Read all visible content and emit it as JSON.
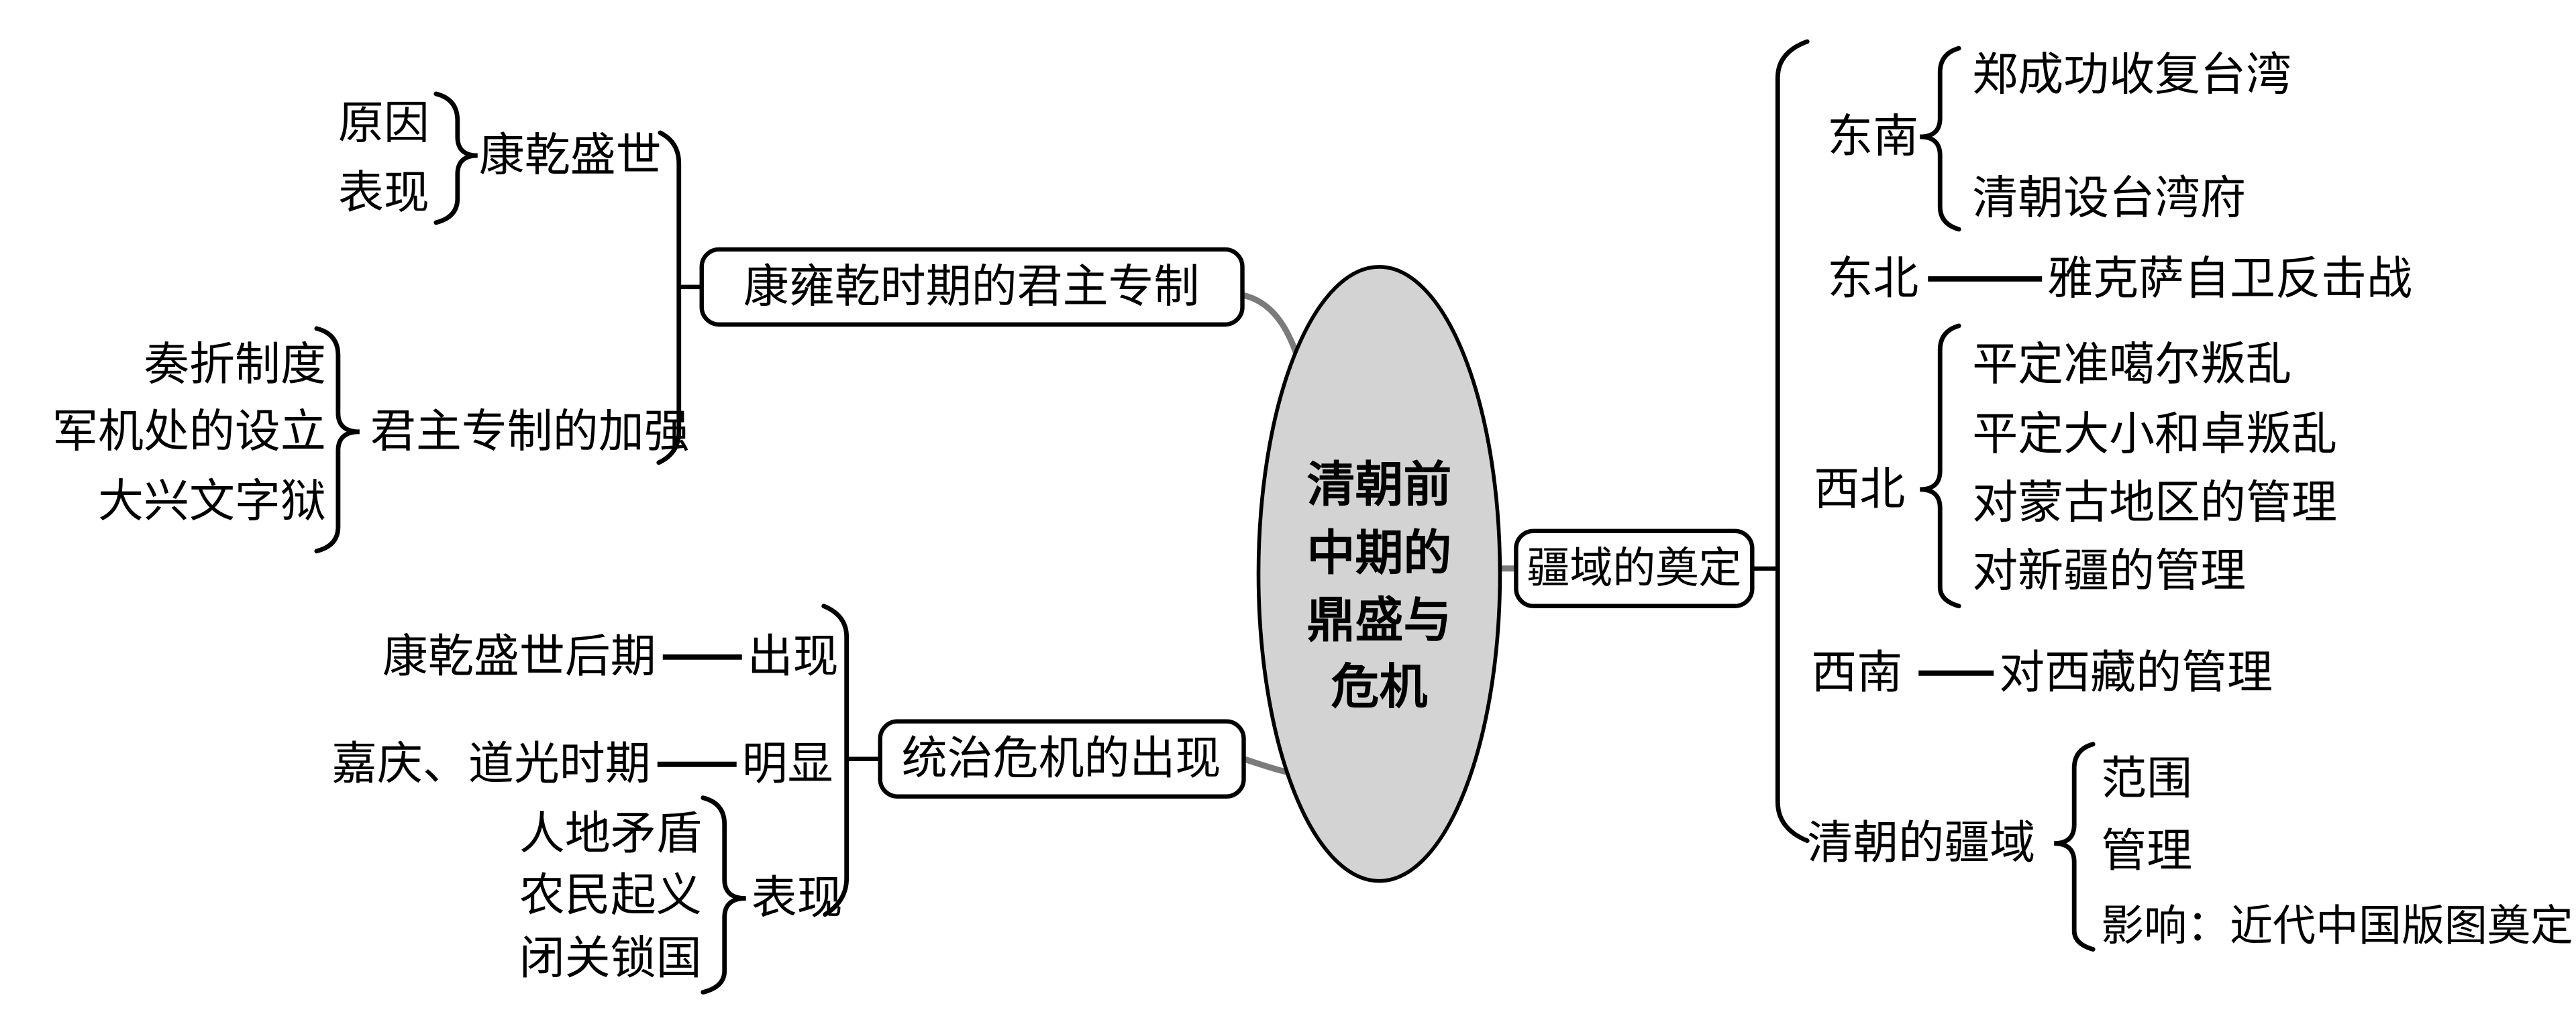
{
  "colors": {
    "ink": "#000000",
    "connector": "#7b7b7b",
    "ellipse_fill": "#d3d3d3",
    "background": "#ffffff"
  },
  "mindmap": {
    "root": {
      "lines": [
        "清朝前",
        "中期的",
        "鼎盛与",
        "危机"
      ]
    },
    "branch_monarchy": {
      "box_label": "康雍乾时期的君主专制",
      "prosperity": {
        "node": "康乾盛世",
        "sub": [
          "原因",
          "表现"
        ]
      },
      "strengthen": {
        "node": "君主专制的加强",
        "sub": [
          "奏折制度",
          "军机处的设立",
          "大兴文字狱"
        ]
      }
    },
    "branch_crisis": {
      "box_label": "统治危机的出现",
      "row1": {
        "label": "康乾盛世后期",
        "value": "出现"
      },
      "row2": {
        "label": "嘉庆、道光时期",
        "value": "明显"
      },
      "manifest": {
        "node": "表现",
        "sub": [
          "人地矛盾",
          "农民起义",
          "闭关锁国"
        ]
      }
    },
    "branch_territory": {
      "box_label": "疆域的奠定",
      "southeast": {
        "label": "东南",
        "items": [
          "郑成功收复台湾",
          "清朝设台湾府"
        ]
      },
      "northeast": {
        "label": "东北",
        "value": "雅克萨自卫反击战"
      },
      "northwest": {
        "label": "西北",
        "items": [
          "平定准噶尔叛乱",
          "平定大小和卓叛乱",
          "对蒙古地区的管理",
          "对新疆的管理"
        ]
      },
      "southwest": {
        "label": "西南",
        "value": "对西藏的管理"
      },
      "territory": {
        "label": "清朝的疆域",
        "items": [
          "范围",
          "管理",
          "影响：近代中国版图奠定"
        ]
      }
    }
  }
}
